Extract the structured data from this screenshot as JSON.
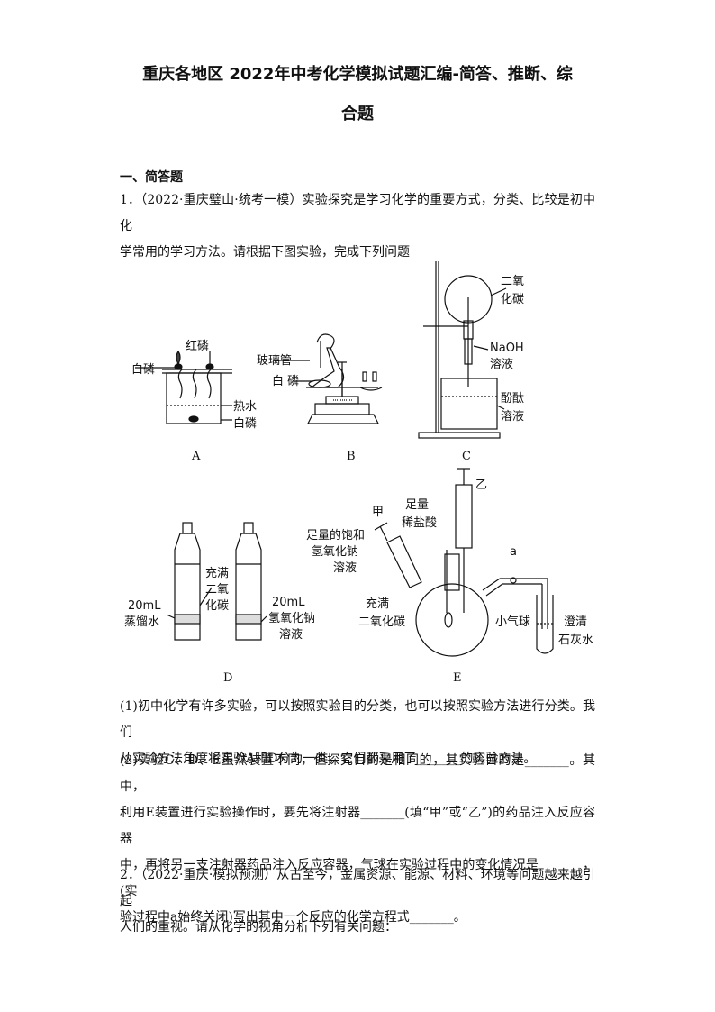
{
  "doc": {
    "title_line1": "重庆各地区 2022年中考化学模拟试题汇编-简答、推断、综",
    "title_line2": "合题",
    "section": "一、简答题",
    "q1": {
      "intro_l1": "1．（2022·重庆璧山·统考一模）实验探究是学习化学的重要方式，分类、比较是初中化",
      "intro_l2": "学常用的学习方法。请根据下图实验，完成下列问题",
      "p1_l1": "(1)初中化学有许多实验，可以按照实验目的分类，也可以按照实验方法进行分类。我们",
      "p1_l2": "从实验方法角度将实验A和D分为一类，它们都采用了_______的实验方法。",
      "p2_l1": "(2)实验C、D、E虽然装置不同，但探究目的是相同的，其实验目的是_______。其中，",
      "p2_l2": "利用E装置进行实验操作时，要先将注射器_______(填“甲”或“乙”)的药品注入反应容器",
      "p2_l3": "中，再将另一支注射器药品注入反应容器，气球在实验过程中的变化情况是_______，(实",
      "p2_l4": "验过程中a始终关闭)写出其中一个反应的化学方程式_______。"
    },
    "q2": {
      "l1": "2．（2022·重庆·模拟预测）从古至今，金属资源、能源、材料、环境等问题越来越引起",
      "l2": "人们的重视。请从化学的视角分析下列有关问题："
    }
  },
  "figure": {
    "A": {
      "caption": "A",
      "red_p": "红磷",
      "white_p_top": "白磷",
      "hot_water": "热水",
      "white_p_bottom": "白磷"
    },
    "B": {
      "caption": "B",
      "glass_tube": "玻璃管",
      "white_p": "白 磷"
    },
    "C": {
      "caption": "C",
      "co2_1": "二氧",
      "co2_2": "化碳",
      "naoh_1": "NaOH",
      "naoh_2": "溶液",
      "phen_1": "酚酞",
      "phen_2": "溶液"
    },
    "D": {
      "caption": "D",
      "full_1": "充满",
      "full_2": "二氧",
      "full_3": "化碳",
      "water_1": "20mL",
      "water_2": "蒸馏水",
      "naoh_1": "20mL",
      "naoh_2": "氢氧化钠",
      "naoh_3": "溶液"
    },
    "E": {
      "caption": "E",
      "jia": "甲",
      "yi": "乙",
      "hcl_1": "足量",
      "hcl_2": "稀盐酸",
      "naoh_1": "足量的饱和",
      "naoh_2": "氢氧化钠",
      "naoh_3": "溶液",
      "co2_1": "充满",
      "co2_2": "二氧化碳",
      "balloon": "小气球",
      "a": "a",
      "lime_1": "澄清",
      "lime_2": "石灰水"
    }
  }
}
